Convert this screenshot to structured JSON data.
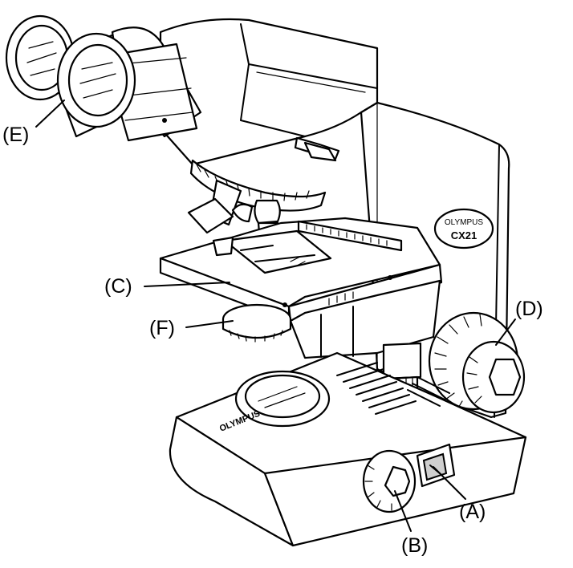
{
  "figure": {
    "labels": {
      "A": "(A)",
      "B": "(B)",
      "C": "(C)",
      "D": "(D)",
      "E": "(E)",
      "F": "(F)"
    },
    "badge": {
      "brand": "OLYMPUS",
      "model": "CX21"
    },
    "base_brand": "OLYMPUS"
  }
}
